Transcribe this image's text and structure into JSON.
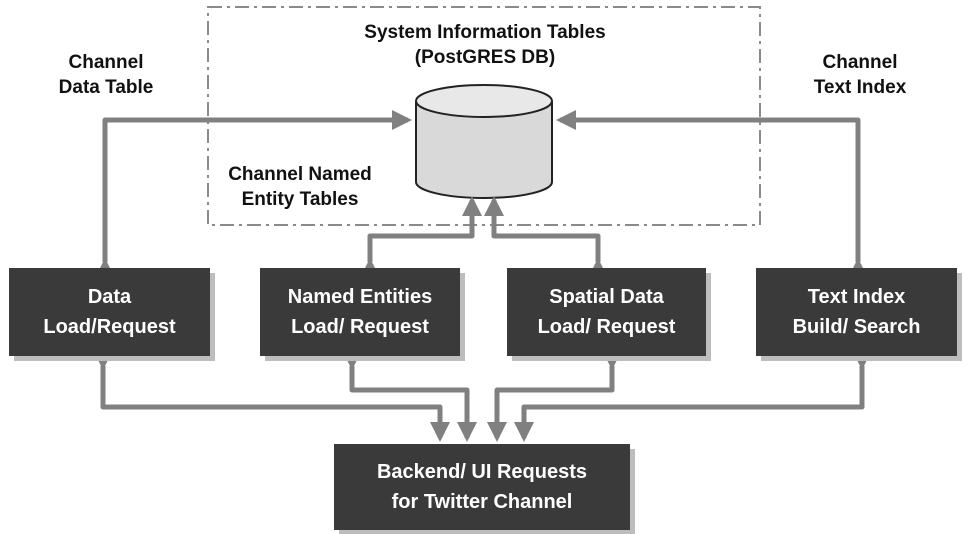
{
  "colors": {
    "box_fill": "#3a3a3a",
    "box_text": "#ffffff",
    "arrow": "#808080",
    "boundary": "#8a8a8a",
    "database_fill": "#d9d9d9",
    "label_text": "#111111"
  },
  "system_tables": {
    "title": "System Information Tables\n(PostGRES DB)",
    "icon": "database-cylinder-icon"
  },
  "labels": {
    "channel_data_table": "Channel\nData Table",
    "channel_text_index": "Channel\nText Index",
    "channel_named_entity_tables": "Channel Named\nEntity Tables"
  },
  "boxes": {
    "data_load": "Data\nLoad/Request",
    "named_entities": "Named Entities\nLoad/ Request",
    "spatial_data": "Spatial Data\nLoad/ Request",
    "text_index": "Text Index\nBuild/ Search",
    "backend": "Backend/ UI Requests\nfor Twitter Channel"
  }
}
